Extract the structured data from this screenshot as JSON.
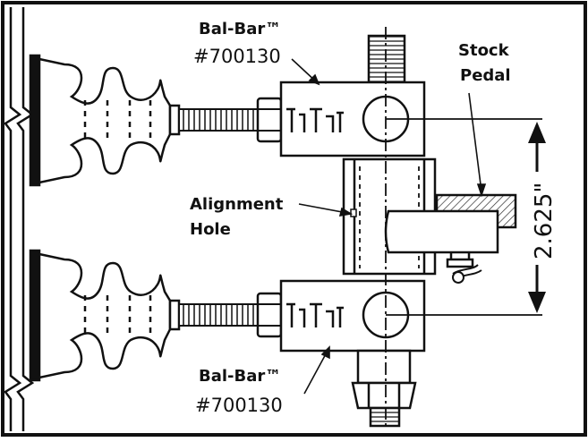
{
  "labels": {
    "top_part_name": "Bal-Bar™",
    "top_part_number": "#700130",
    "bottom_part_name": "Bal-Bar™",
    "bottom_part_number": "#700130",
    "stock_line1": "Stock",
    "stock_line2": "Pedal",
    "align_line1": "Alignment",
    "align_line2": "Hole",
    "dimension": "2.625\""
  },
  "colors": {
    "ink": "#111111",
    "background": "#ffffff",
    "hatch": "#555555"
  }
}
